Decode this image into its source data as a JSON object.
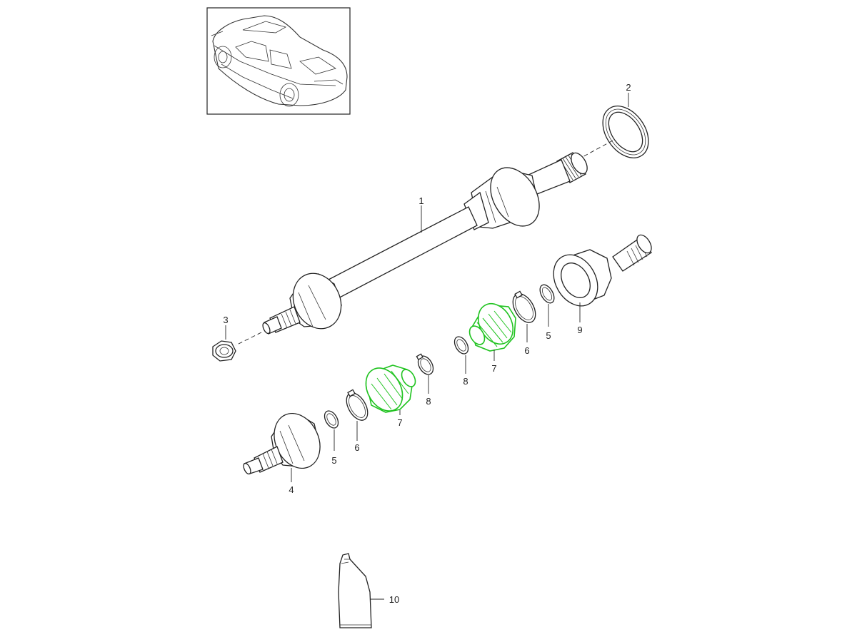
{
  "callouts": [
    {
      "id": "c1",
      "text": "1"
    },
    {
      "id": "c2",
      "text": "2"
    },
    {
      "id": "c3",
      "text": "3"
    },
    {
      "id": "c4",
      "text": "4"
    },
    {
      "id": "c5a",
      "text": "5"
    },
    {
      "id": "c5b",
      "text": "5"
    },
    {
      "id": "c6a",
      "text": "6"
    },
    {
      "id": "c6b",
      "text": "6"
    },
    {
      "id": "c7a",
      "text": "7"
    },
    {
      "id": "c7b",
      "text": "7"
    },
    {
      "id": "c8a",
      "text": "8"
    },
    {
      "id": "c8b",
      "text": "8"
    },
    {
      "id": "c9",
      "text": "9"
    },
    {
      "id": "c10",
      "text": "10"
    }
  ],
  "colors": {
    "highlight": "#1fc31f",
    "line": "#222222",
    "background": "#ffffff"
  },
  "highlighted_parts": [
    "7"
  ]
}
